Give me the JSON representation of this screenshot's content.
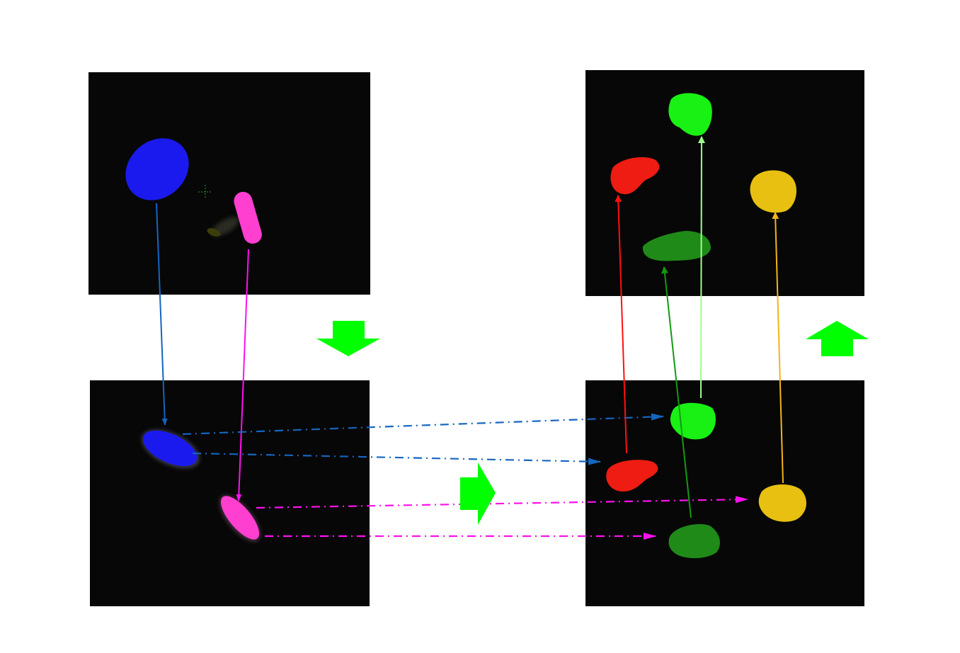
{
  "diagram": {
    "background": "#ffffff",
    "panel_background": "#070707",
    "panels": [
      {
        "id": "top-left",
        "label": ""
      },
      {
        "id": "bottom-left",
        "label": ""
      },
      {
        "id": "top-right",
        "label": ""
      },
      {
        "id": "bottom-right",
        "label": ""
      }
    ],
    "colors": {
      "blue_cell": "#1a1aee",
      "magenta_cell": "#ff3fcf",
      "bright_green_cell": "#19f014",
      "red_cell": "#ee1c12",
      "dark_green_cell": "#1f8a18",
      "yellow_cell": "#e8c012",
      "arrow_blue": "#1565c0",
      "arrow_magenta": "#ff11ee",
      "arrow_red": "#ff1010",
      "arrow_dark_green": "#129a12",
      "arrow_light_green": "#9cff8a",
      "arrow_yellow": "#f2b419",
      "block_arrow_green": "#00ff00"
    },
    "block_arrows": [
      {
        "name": "down-block-arrow",
        "direction": "down"
      },
      {
        "name": "right-block-arrow",
        "direction": "right"
      },
      {
        "name": "up-block-arrow",
        "direction": "up"
      }
    ]
  }
}
